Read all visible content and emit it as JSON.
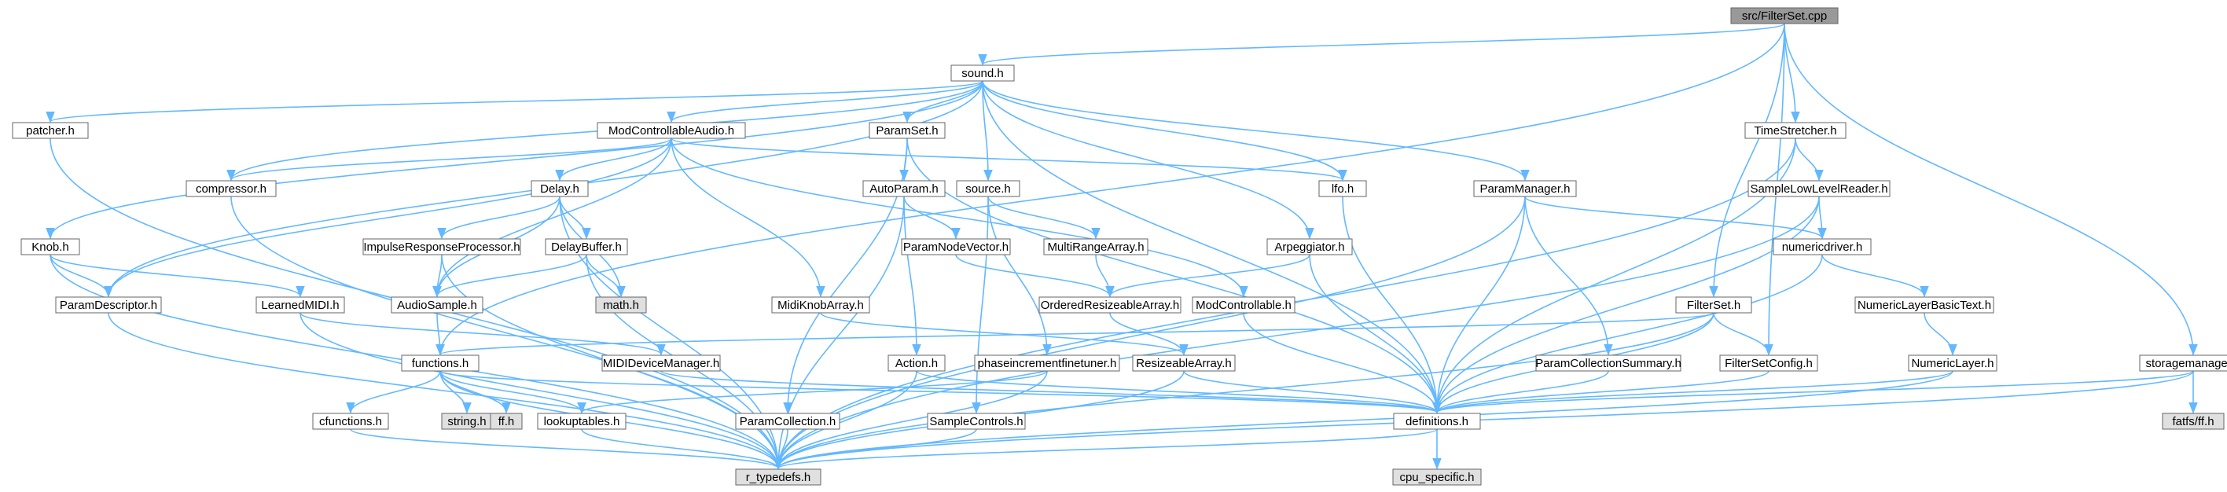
{
  "colors": {
    "edge": "#63b8ff",
    "node_fill": "#ffffff",
    "root_fill": "#999999",
    "system_fill": "#e0e0e0",
    "border": "#666666"
  },
  "nodes": [
    {
      "id": "FilterSet_cpp",
      "label": "src/FilterSet.cpp",
      "kind": "root"
    },
    {
      "id": "sound_h",
      "label": "sound.h",
      "kind": "file"
    },
    {
      "id": "patcher_h",
      "label": "patcher.h",
      "kind": "file"
    },
    {
      "id": "ModControllableAudio_h",
      "label": "ModControllableAudio.h",
      "kind": "file"
    },
    {
      "id": "ParamSet_h",
      "label": "ParamSet.h",
      "kind": "file"
    },
    {
      "id": "TimeStretcher_h",
      "label": "TimeStretcher.h",
      "kind": "file"
    },
    {
      "id": "compressor_h",
      "label": "compressor.h",
      "kind": "file"
    },
    {
      "id": "Delay_h",
      "label": "Delay.h",
      "kind": "file"
    },
    {
      "id": "AutoParam_h",
      "label": "AutoParam.h",
      "kind": "file"
    },
    {
      "id": "source_h",
      "label": "source.h",
      "kind": "file"
    },
    {
      "id": "lfo_h",
      "label": "lfo.h",
      "kind": "file"
    },
    {
      "id": "ParamManager_h",
      "label": "ParamManager.h",
      "kind": "file"
    },
    {
      "id": "SampleLowLevelReader_h",
      "label": "SampleLowLevelReader.h",
      "kind": "file"
    },
    {
      "id": "Knob_h",
      "label": "Knob.h",
      "kind": "file"
    },
    {
      "id": "ImpulseResponseProcessor_h",
      "label": "ImpulseResponseProcessor.h",
      "kind": "file"
    },
    {
      "id": "DelayBuffer_h",
      "label": "DelayBuffer.h",
      "kind": "file"
    },
    {
      "id": "ParamNodeVector_h",
      "label": "ParamNodeVector.h",
      "kind": "file"
    },
    {
      "id": "MultiRangeArray_h",
      "label": "MultiRangeArray.h",
      "kind": "file"
    },
    {
      "id": "Arpeggiator_h",
      "label": "Arpeggiator.h",
      "kind": "file"
    },
    {
      "id": "numericdriver_h",
      "label": "numericdriver.h",
      "kind": "file"
    },
    {
      "id": "ParamDescriptor_h",
      "label": "ParamDescriptor.h",
      "kind": "file"
    },
    {
      "id": "LearnedMIDI_h",
      "label": "LearnedMIDI.h",
      "kind": "file"
    },
    {
      "id": "AudioSample_h",
      "label": "AudioSample.h",
      "kind": "file"
    },
    {
      "id": "math_h",
      "label": "math.h",
      "kind": "system"
    },
    {
      "id": "MidiKnobArray_h",
      "label": "MidiKnobArray.h",
      "kind": "file"
    },
    {
      "id": "OrderedResizeableArray_h",
      "label": "OrderedResizeableArray.h",
      "kind": "file"
    },
    {
      "id": "ModControllable_h",
      "label": "ModControllable.h",
      "kind": "file"
    },
    {
      "id": "FilterSet_h",
      "label": "FilterSet.h",
      "kind": "file"
    },
    {
      "id": "NumericLayerBasicText_h",
      "label": "NumericLayerBasicText.h",
      "kind": "file"
    },
    {
      "id": "functions_h",
      "label": "functions.h",
      "kind": "file"
    },
    {
      "id": "MIDIDeviceManager_h",
      "label": "MIDIDeviceManager.h",
      "kind": "file"
    },
    {
      "id": "Action_h",
      "label": "Action.h",
      "kind": "file"
    },
    {
      "id": "phaseincrementfinetuner_h",
      "label": "phaseincrementfinetuner.h",
      "kind": "file"
    },
    {
      "id": "ResizeableArray_h",
      "label": "ResizeableArray.h",
      "kind": "file"
    },
    {
      "id": "ParamCollectionSummary_h",
      "label": "ParamCollectionSummary.h",
      "kind": "file"
    },
    {
      "id": "FilterSetConfig_h",
      "label": "FilterSetConfig.h",
      "kind": "file"
    },
    {
      "id": "NumericLayer_h",
      "label": "NumericLayer.h",
      "kind": "file"
    },
    {
      "id": "storagemanager_h",
      "label": "storagemanager.h",
      "kind": "file"
    },
    {
      "id": "cfunctions_h",
      "label": "cfunctions.h",
      "kind": "file"
    },
    {
      "id": "string_h",
      "label": "string.h",
      "kind": "system"
    },
    {
      "id": "ff_h",
      "label": "ff.h",
      "kind": "system"
    },
    {
      "id": "lookuptables_h",
      "label": "lookuptables.h",
      "kind": "file"
    },
    {
      "id": "ParamCollection_h",
      "label": "ParamCollection.h",
      "kind": "file"
    },
    {
      "id": "SampleControls_h",
      "label": "SampleControls.h",
      "kind": "file"
    },
    {
      "id": "definitions_h",
      "label": "definitions.h",
      "kind": "file"
    },
    {
      "id": "fatfs_ff_h",
      "label": "fatfs/ff.h",
      "kind": "system"
    },
    {
      "id": "r_typedefs_h",
      "label": "r_typedefs.h",
      "kind": "system"
    },
    {
      "id": "cpu_specific_h",
      "label": "cpu_specific.h",
      "kind": "system"
    }
  ],
  "edges": [
    [
      "FilterSet_cpp",
      "sound_h"
    ],
    [
      "FilterSet_cpp",
      "functions_h"
    ],
    [
      "FilterSet_cpp",
      "TimeStretcher_h"
    ],
    [
      "FilterSet_cpp",
      "FilterSet_h"
    ],
    [
      "FilterSet_cpp",
      "FilterSetConfig_h"
    ],
    [
      "FilterSet_cpp",
      "storagemanager_h"
    ],
    [
      "sound_h",
      "patcher_h"
    ],
    [
      "sound_h",
      "ModControllableAudio_h"
    ],
    [
      "sound_h",
      "ParamSet_h"
    ],
    [
      "sound_h",
      "compressor_h"
    ],
    [
      "sound_h",
      "source_h"
    ],
    [
      "sound_h",
      "lfo_h"
    ],
    [
      "sound_h",
      "ParamManager_h"
    ],
    [
      "sound_h",
      "Knob_h"
    ],
    [
      "sound_h",
      "Arpeggiator_h"
    ],
    [
      "sound_h",
      "ParamDescriptor_h"
    ],
    [
      "sound_h",
      "definitions_h"
    ],
    [
      "patcher_h",
      "r_typedefs_h"
    ],
    [
      "ModControllableAudio_h",
      "compressor_h"
    ],
    [
      "ModControllableAudio_h",
      "Delay_h"
    ],
    [
      "ModControllableAudio_h",
      "lfo_h"
    ],
    [
      "ModControllableAudio_h",
      "AudioSample_h"
    ],
    [
      "ModControllableAudio_h",
      "MidiKnobArray_h"
    ],
    [
      "ModControllableAudio_h",
      "ModControllable_h"
    ],
    [
      "ModControllableAudio_h",
      "ParamDescriptor_h"
    ],
    [
      "ParamSet_h",
      "AutoParam_h"
    ],
    [
      "ParamSet_h",
      "definitions_h"
    ],
    [
      "ParamSet_h",
      "ParamCollection_h"
    ],
    [
      "TimeStretcher_h",
      "SampleLowLevelReader_h"
    ],
    [
      "TimeStretcher_h",
      "definitions_h"
    ],
    [
      "TimeStretcher_h",
      "r_typedefs_h"
    ],
    [
      "compressor_h",
      "r_typedefs_h"
    ],
    [
      "Delay_h",
      "ImpulseResponseProcessor_h"
    ],
    [
      "Delay_h",
      "DelayBuffer_h"
    ],
    [
      "Delay_h",
      "AudioSample_h"
    ],
    [
      "Delay_h",
      "math_h"
    ],
    [
      "Delay_h",
      "r_typedefs_h"
    ],
    [
      "AutoParam_h",
      "ParamNodeVector_h"
    ],
    [
      "AutoParam_h",
      "Action_h"
    ],
    [
      "AutoParam_h",
      "r_typedefs_h"
    ],
    [
      "source_h",
      "MultiRangeArray_h"
    ],
    [
      "source_h",
      "phaseincrementfinetuner_h"
    ],
    [
      "source_h",
      "SampleControls_h"
    ],
    [
      "lfo_h",
      "definitions_h"
    ],
    [
      "ParamManager_h",
      "numericdriver_h"
    ],
    [
      "ParamManager_h",
      "ParamCollectionSummary_h"
    ],
    [
      "ParamManager_h",
      "definitions_h"
    ],
    [
      "ParamManager_h",
      "r_typedefs_h"
    ],
    [
      "SampleLowLevelReader_h",
      "numericdriver_h"
    ],
    [
      "SampleLowLevelReader_h",
      "definitions_h"
    ],
    [
      "SampleLowLevelReader_h",
      "r_typedefs_h"
    ],
    [
      "Knob_h",
      "ParamDescriptor_h"
    ],
    [
      "Knob_h",
      "LearnedMIDI_h"
    ],
    [
      "Knob_h",
      "r_typedefs_h"
    ],
    [
      "ImpulseResponseProcessor_h",
      "AudioSample_h"
    ],
    [
      "ImpulseResponseProcessor_h",
      "r_typedefs_h"
    ],
    [
      "DelayBuffer_h",
      "AudioSample_h"
    ],
    [
      "DelayBuffer_h",
      "math_h"
    ],
    [
      "DelayBuffer_h",
      "r_typedefs_h"
    ],
    [
      "ParamNodeVector_h",
      "OrderedResizeableArray_h"
    ],
    [
      "MultiRangeArray_h",
      "OrderedResizeableArray_h"
    ],
    [
      "Arpeggiator_h",
      "OrderedResizeableArray_h"
    ],
    [
      "Arpeggiator_h",
      "definitions_h"
    ],
    [
      "numericdriver_h",
      "NumericLayerBasicText_h"
    ],
    [
      "numericdriver_h",
      "definitions_h"
    ],
    [
      "ParamDescriptor_h",
      "r_typedefs_h"
    ],
    [
      "LearnedMIDI_h",
      "MIDIDeviceManager_h"
    ],
    [
      "LearnedMIDI_h",
      "r_typedefs_h"
    ],
    [
      "AudioSample_h",
      "functions_h"
    ],
    [
      "MidiKnobArray_h",
      "ResizeableArray_h"
    ],
    [
      "OrderedResizeableArray_h",
      "ResizeableArray_h"
    ],
    [
      "ModControllable_h",
      "definitions_h"
    ],
    [
      "FilterSet_h",
      "functions_h"
    ],
    [
      "FilterSet_h",
      "FilterSetConfig_h"
    ],
    [
      "FilterSet_h",
      "definitions_h"
    ],
    [
      "FilterSet_h",
      "r_typedefs_h"
    ],
    [
      "NumericLayerBasicText_h",
      "NumericLayer_h"
    ],
    [
      "functions_h",
      "cfunctions_h"
    ],
    [
      "functions_h",
      "string_h"
    ],
    [
      "functions_h",
      "ff_h"
    ],
    [
      "functions_h",
      "lookuptables_h"
    ],
    [
      "functions_h",
      "definitions_h"
    ],
    [
      "functions_h",
      "r_typedefs_h"
    ],
    [
      "MIDIDeviceManager_h",
      "definitions_h"
    ],
    [
      "Action_h",
      "definitions_h"
    ],
    [
      "Action_h",
      "r_typedefs_h"
    ],
    [
      "phaseincrementfinetuner_h",
      "lookuptables_h"
    ],
    [
      "phaseincrementfinetuner_h",
      "r_typedefs_h"
    ],
    [
      "ResizeableArray_h",
      "definitions_h"
    ],
    [
      "ResizeableArray_h",
      "r_typedefs_h"
    ],
    [
      "ParamCollectionSummary_h",
      "definitions_h"
    ],
    [
      "FilterSetConfig_h",
      "definitions_h"
    ],
    [
      "NumericLayer_h",
      "definitions_h"
    ],
    [
      "NumericLayer_h",
      "r_typedefs_h"
    ],
    [
      "storagemanager_h",
      "definitions_h"
    ],
    [
      "storagemanager_h",
      "fatfs_ff_h"
    ],
    [
      "storagemanager_h",
      "r_typedefs_h"
    ],
    [
      "cfunctions_h",
      "r_typedefs_h"
    ],
    [
      "lookuptables_h",
      "r_typedefs_h"
    ],
    [
      "ParamCollection_h",
      "r_typedefs_h"
    ],
    [
      "SampleControls_h",
      "r_typedefs_h"
    ],
    [
      "definitions_h",
      "r_typedefs_h"
    ],
    [
      "definitions_h",
      "cpu_specific_h"
    ]
  ]
}
